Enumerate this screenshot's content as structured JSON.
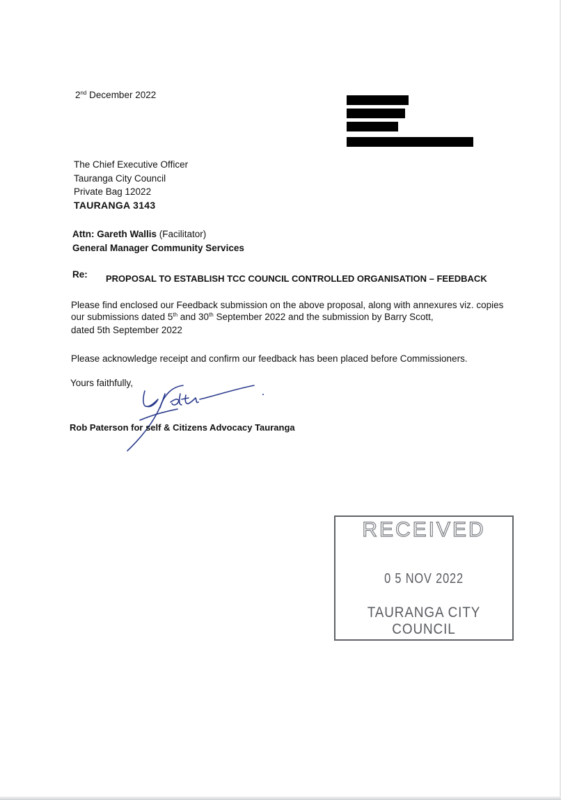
{
  "letter": {
    "date": {
      "day": "2",
      "suffix": "nd",
      "rest": " December 2022"
    },
    "recipient": {
      "line1": "The Chief Executive Officer",
      "line2": "Tauranga City Council",
      "line3": "Private Bag 12022",
      "city": "TAURANGA   3143"
    },
    "attn": {
      "label": "Attn:  Gareth Wallis",
      "role": " (Facilitator)",
      "line2": "General Manager Community Services"
    },
    "re": {
      "label": "Re:",
      "subject": "PROPOSAL TO ESTABLISH TCC COUNCIL CONTROLLED ORGANISATION – FEEDBACK"
    },
    "body": {
      "p1_line1": "Please find enclosed our Feedback submission on the above proposal, along with annexures viz. copies",
      "p1_line2_a": "our submissions dated 5",
      "p1_line2_sup1": "th",
      "p1_line2_b": " and  30",
      "p1_line2_sup2": "th",
      "p1_line2_c": "  September 2022 and the submission by Barry Scott,",
      "p1_line3": "dated 5th September 2022",
      "p2": "Please acknowledge receipt and confirm our feedback has been placed before Commissioners."
    },
    "closing": "Yours faithfully,",
    "signatory": "Rob Paterson for self  & Citizens Advocacy Tauranga"
  },
  "stamp": {
    "title": "RECEIVED",
    "date": "0 5  NOV  2022",
    "org": "TAURANGA CITY COUNCIL"
  },
  "colors": {
    "ink": "#111111",
    "signature": "#2a3a8c",
    "stamp": "#585b60"
  }
}
